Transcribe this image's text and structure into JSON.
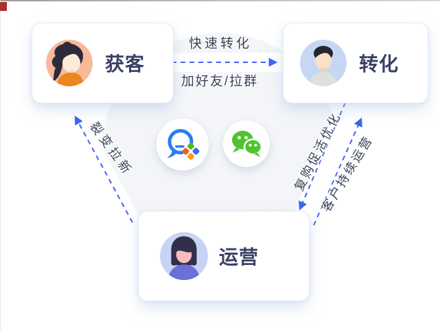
{
  "window": {
    "top_border_color": "#9c9c9c",
    "corner_marker_color": "#ab2f2c"
  },
  "diagram": {
    "background_circle_color": "#f2f4f7",
    "arrow_color": "#3d63f3",
    "label_color": "#3a4157",
    "title_color": "#3b4166",
    "nodes": [
      {
        "id": "acquisition",
        "label": "获客",
        "avatar": "woman-ponytail-avatar",
        "avatar_bg": "#f8b99a",
        "outfit_color": "#ec8620"
      },
      {
        "id": "conversion",
        "label": "转化",
        "avatar": "man-avatar",
        "avatar_bg": "#c6d7f4",
        "outfit_color": "#dce1e0"
      },
      {
        "id": "operation",
        "label": "运营",
        "avatar": "woman-bob-avatar",
        "avatar_bg": "#c9d3f6",
        "outfit_color": "#6b6fd8"
      }
    ],
    "edges": [
      {
        "from": "获客",
        "to": "转化",
        "label_top": "快速转化",
        "label_bottom": "加好友/拉群"
      },
      {
        "from": "运营",
        "to": "获客",
        "label": "裂变拉新"
      },
      {
        "from": "转化",
        "to": "运营",
        "label": "复购促活优化"
      },
      {
        "from": "运营",
        "to": "转化",
        "label": "客户持续运营"
      }
    ],
    "center_icons": [
      {
        "name": "wecom-icon",
        "brand_color": "#2b7bf3"
      },
      {
        "name": "wechat-icon",
        "brand_color": "#4fc331"
      }
    ]
  }
}
